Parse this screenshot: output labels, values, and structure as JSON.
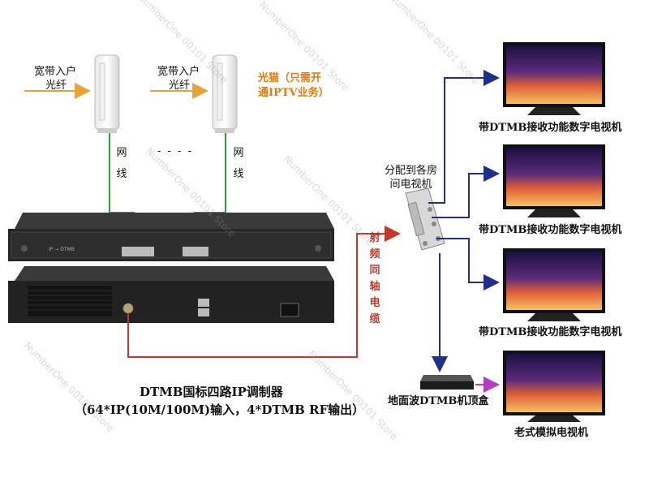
{
  "labels": {
    "broadband1_line1": "宽带入户",
    "broadband1_line2": "光纤",
    "broadband2_line1": "宽带入户",
    "broadband2_line2": "光纤",
    "modem_note_line1": "光猫（只需开",
    "modem_note_line2": "通IPTV业务）",
    "netcable1_line1": "网",
    "netcable1_line2": "线",
    "netcable2_line1": "网",
    "netcable2_line2": "线",
    "dashes": "- - - -",
    "splitter_line1": "分配到各房",
    "splitter_line2": "间电视机",
    "rf_cable": [
      "射",
      "频",
      "同",
      "轴",
      "电",
      "缆"
    ],
    "tv1": "带DTMB接收功能数字电视机",
    "tv2": "带DTMB接收功能数字电视机",
    "tv3": "带DTMB接收功能数字电视机",
    "stb": "地面波DTMB机顶盒",
    "old_tv": "老式模拟电视机",
    "device_title": "DTMB国标四路IP调制器",
    "device_subtitle": "（64*IP(10M/100M)输入，4*DTMB RF输出）"
  },
  "watermark": "NumberOne 00101 Store",
  "colors": {
    "arrow_orange": "#e8a23a",
    "green_wire": "#2e9d3a",
    "red_wire": "#c0392b",
    "blue_wire": "#1f2f8a",
    "purple_wire": "#b040c0",
    "device_dark": "#2b2b2b"
  }
}
